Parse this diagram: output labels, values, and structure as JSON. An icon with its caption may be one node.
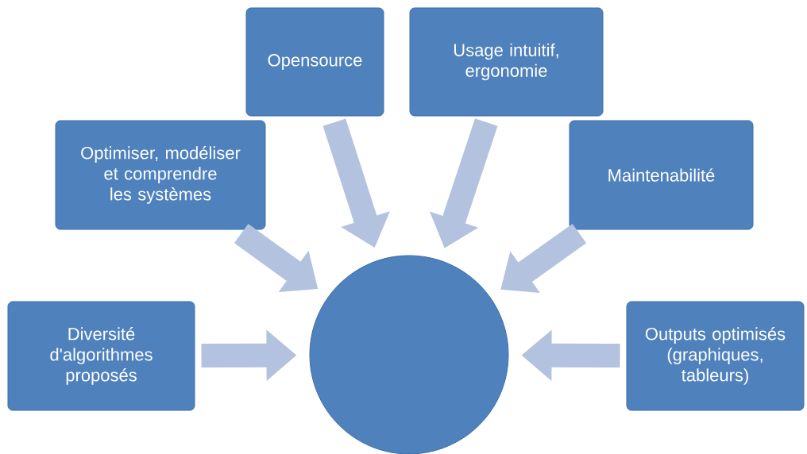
{
  "diagram": {
    "nodes": [
      {
        "text": [
          "Opensource"
        ]
      },
      {
        "text": [
          "Usage intuitif, ergonomie"
        ]
      },
      {
        "text": [
          "Optimiser, modéliser et comprendre les systèmes"
        ]
      },
      {
        "text": [
          "Maintenabilité"
        ]
      },
      {
        "text": [],
        "shape": "circle"
      },
      {
        "text": [
          "Diversité d'algorithmes proposés"
        ]
      },
      {
        "text": [
          "Outputs optimisés (graphiques, tableurs)"
        ]
      }
    ],
    "edges": [
      {
        "from": 0,
        "to": 4,
        "arrow": "to"
      },
      {
        "from": 1,
        "to": 4,
        "arrow": "to"
      },
      {
        "from": 2,
        "to": 4,
        "arrow": "to"
      },
      {
        "from": 3,
        "to": 4,
        "arrow": "to"
      },
      {
        "from": 5,
        "to": 4,
        "arrow": "to"
      },
      {
        "from": 6,
        "to": 4,
        "arrow": "to"
      }
    ]
  }
}
